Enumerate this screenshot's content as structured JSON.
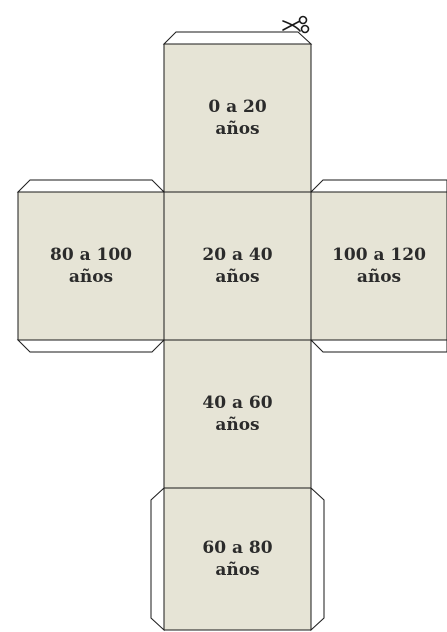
{
  "colors": {
    "face_fill": "#e6e4d6",
    "tab_fill": "#ffffff",
    "stroke": "#1a1a1a",
    "text": "#2b2b2b"
  },
  "cutting_mark": {
    "icon": "scissors-icon"
  },
  "faces": {
    "top": {
      "line1": "0 a 20",
      "line2": "años"
    },
    "left": {
      "line1": "80 a 100",
      "line2": "años"
    },
    "center": {
      "line1": "20 a 40",
      "line2": "años"
    },
    "right": {
      "line1": "100 a 120",
      "line2": "años"
    },
    "lower": {
      "line1": "40 a 60",
      "line2": "años"
    },
    "bottom": {
      "line1": "60 a 80",
      "line2": "años"
    }
  }
}
